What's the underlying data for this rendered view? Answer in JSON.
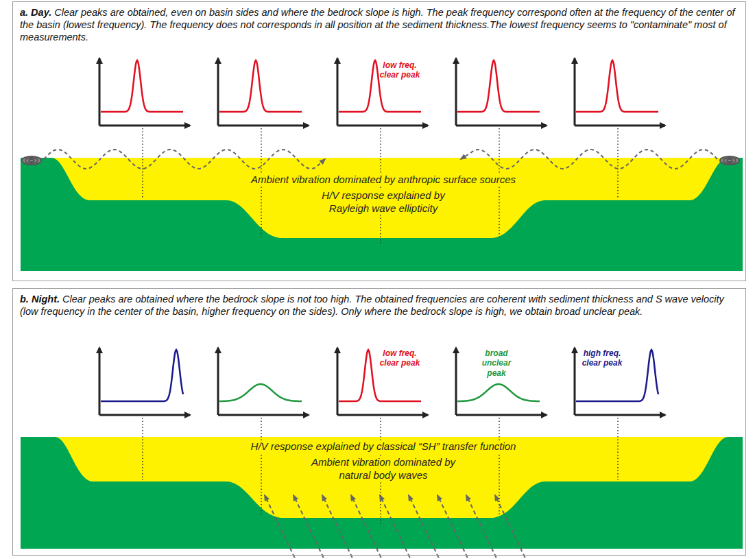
{
  "diagram": {
    "nodes": [
      {
        "text": [
          "a. Day.",
          "Clear peaks are obtained, even on basin sides and where the bedrock slope is high. The peak frequency correspond often at the frequency of the center of the basin (lowest frequency). The frequency does not corresponds in all position at the sediment thickness.The lowest frequency seems to \"contaminate\" most of measurements."
        ]
      },
      {
        "text": [
          "Ambient vibration dominated by anthropic surface sources",
          "H/V response explained by Rayleigh wave ellipticity"
        ],
        "in": 0
      },
      {
        "text": [
          "b. Night.",
          "Clear peaks are obtained where the bedrock slope is not too high. The obtained frequencies are coherent with sediment thickness and S wave velocity (low frequency in the center of the basin, higher frequency on the sides). Only where the bedrock slope is high, we obtain broad unclear peak."
        ]
      },
      {
        "text": [
          "H/V response explained by classical “SH” transfer function",
          "Ambient vibration dominated by natural body waves"
        ],
        "in": 2
      }
    ],
    "labels": [
      "low freq. clear peak",
      "low freq. clear peak",
      "broad unclear peak",
      "high freq. clear peak"
    ]
  }
}
